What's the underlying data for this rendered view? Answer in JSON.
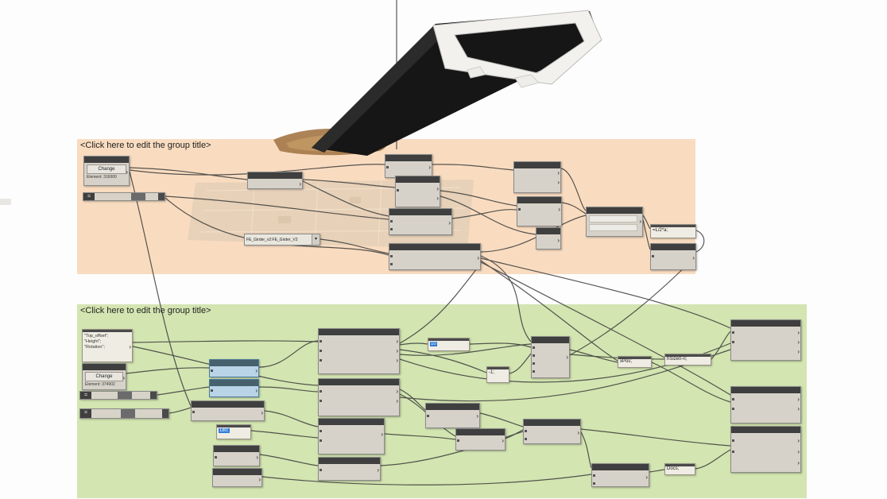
{
  "groups": {
    "orange": {
      "title": "<Click here to edit the group title>",
      "color": "rgba(246,199,152,0.6)"
    },
    "green": {
      "title": "<Click here to edit the group title>",
      "color": "rgba(177,209,114,0.55)"
    }
  },
  "nodes": {
    "select1": {
      "button": "Change",
      "element": "Element: 316000"
    },
    "select2": {
      "button": "Change",
      "element": "Element: 374002"
    },
    "dropdown": {
      "value": "FE_Girder_v2:FE_Girder_V2"
    },
    "params_code": {
      "line1": "\"Top_offset\";",
      "line2": "\"Height\";",
      "line3": "\"Rotation\";"
    },
    "code_l2a": {
      "text": "=L/2*a;"
    },
    "code_10": {
      "text": "10"
    },
    "code_180": {
      "text": "180;"
    },
    "code_neg1": {
      "text": "-1;"
    },
    "code_xpos": {
      "text": "xPos;"
    },
    "code_hsize": {
      "text": "hSize0-n;"
    },
    "code_docs": {
      "text": "Docs;"
    },
    "slider": {
      "eq": "="
    }
  },
  "icons": {
    "port_out": "›",
    "dropdown_arrow": "▾"
  }
}
